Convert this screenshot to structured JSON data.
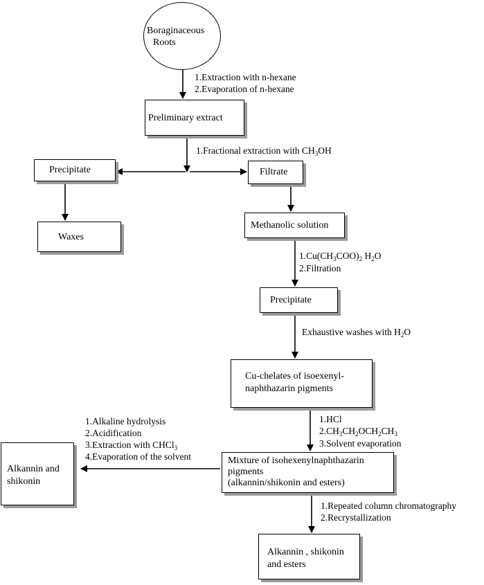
{
  "nodes": {
    "start": {
      "line1": "Boraginaceous",
      "line2": "Roots"
    },
    "preliminary_extract": "Preliminary extract",
    "precipitate_left": "Precipitate",
    "filtrate": "Filtrate",
    "waxes": "Waxes",
    "methanolic_solution": "Methanolic solution",
    "precipitate_mid": "Precipitate",
    "cu_chelates": {
      "line1": "Cu-chelates of isoexenyl-",
      "line2": "naphthazarin pigments"
    },
    "mixture": {
      "line1": "Mixture of isohexenylnaphthazarin",
      "line2": "pigments",
      "line3": "(alkannin/shikonin and esters)"
    },
    "alkannin_shikonin": {
      "line1": "Alkannin and",
      "line2": "shikonin"
    },
    "final_product": {
      "line1": "Alkannin , shikonin",
      "line2": "and esters"
    }
  },
  "steps": {
    "step1": {
      "line1": "1.Extraction with n-hexane",
      "line2": "2.Evaporation of n-hexane"
    },
    "step2": {
      "prefix": "1.Fractional extraction with CH",
      "sub": "3",
      "suffix": "OH"
    },
    "step3": {
      "l1_prefix": "1.Cu(CH",
      "l1_sub1": "3",
      "l1_mid": "COO)",
      "l1_sub2": "2",
      "l1_space": " H",
      "l1_sub3": "2",
      "l1_suffix": "O",
      "line2": "2.Filtration"
    },
    "step4": {
      "prefix": "Exhaustive washes with H",
      "sub": "2",
      "suffix": "O"
    },
    "step5": {
      "line1": "1.HCl",
      "l2_a": "2.CH",
      "l2_s1": "3",
      "l2_b": "CH",
      "l2_s2": "2",
      "l2_c": "OCH",
      "l2_s3": "2",
      "l2_d": "CH",
      "l2_s4": "3",
      "line3": "3.Solvent evaporation"
    },
    "step6": {
      "line1": "1.Alkaline hydrolysis",
      "line2": "2.Acidification",
      "l3_prefix": "3.Extraction with CHCl",
      "l3_sub": "3",
      "line4": "4.Evaporation of the solvent"
    },
    "step7": {
      "line1": "1.Repeated column chromatography",
      "line2": "2.Recrystallization"
    }
  }
}
